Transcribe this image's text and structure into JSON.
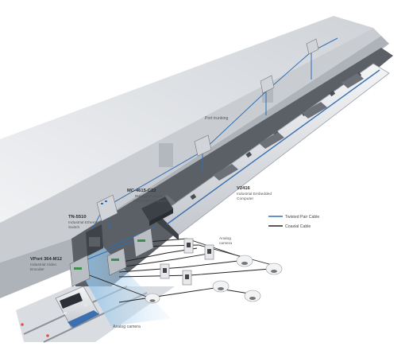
{
  "labels": {
    "platform": "Port trunking",
    "mc": {
      "title": "MC-4615-C23",
      "line1": "Rugged Fanless",
      "line2": "Industrial Computer"
    },
    "v2416": {
      "title": "V2416",
      "line1": "Industrial Embedded",
      "line2": "Computer"
    },
    "tn": {
      "title": "TN-5510",
      "line1": "Industrial Ethernet",
      "line2": "Switch"
    },
    "vport": {
      "title": "VPort 364-M12",
      "line1": "Industrial Video",
      "line2": "Encoder"
    },
    "analog_top": {
      "line1": "Analog",
      "line2": "camera"
    },
    "analog_bottom": "Analog camera"
  },
  "legend": {
    "twisted": "Twisted Pair Cable",
    "coaxial": "Coaxial Cable"
  },
  "colors": {
    "twisted_pair": "#2f6fb5",
    "coaxial": "#222222",
    "light_beam": "#aed2ee",
    "ceiling": "#dfe2e6",
    "platform_wall": "#c8ccd1",
    "track_bed": "#5b5f66"
  }
}
